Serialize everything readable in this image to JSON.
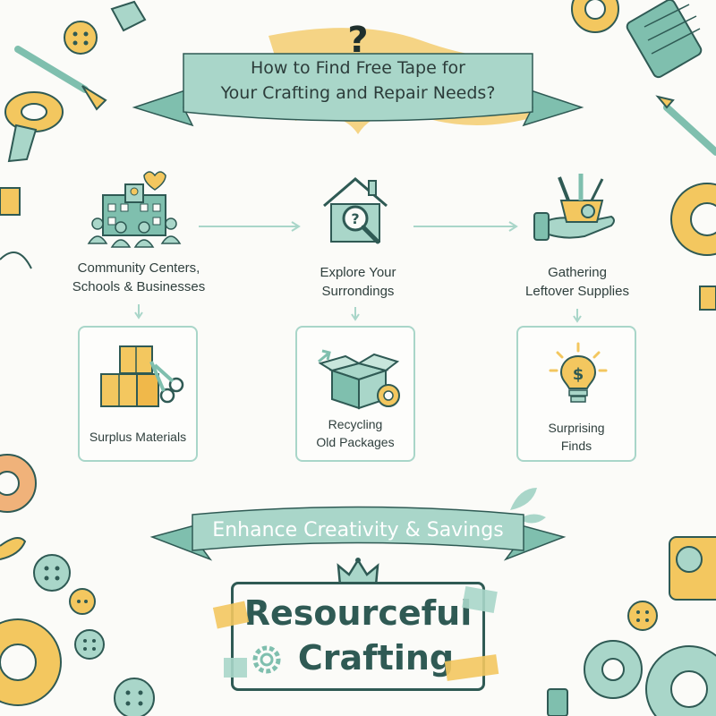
{
  "title": {
    "line1": "How to Find Free Tape for",
    "line2": "Your Crafting and Repair Needs?"
  },
  "steps": [
    {
      "label_line1": "Community Centers,",
      "label_line2": "Schools & Businesses",
      "icon": "community-buildings-icon"
    },
    {
      "label_line1": "Explore Your",
      "label_line2": "Surrondings",
      "icon": "house-search-icon"
    },
    {
      "label_line1": "Gathering",
      "label_line2": "Leftover Supplies",
      "icon": "hand-supplies-icon"
    }
  ],
  "cards": [
    {
      "label_line1": "Surplus Materials",
      "label_line2": "",
      "icon": "boxes-scissors-icon"
    },
    {
      "label_line1": "Recycling",
      "label_line2": "Old Packages",
      "icon": "open-box-tape-icon"
    },
    {
      "label_line1": "Surprising",
      "label_line2": "Finds",
      "icon": "lightbulb-dollar-icon"
    }
  ],
  "tagline": "Enhance Creativity & Savings",
  "badge": {
    "line1": "Resourceful",
    "line2": "Crafting"
  },
  "colors": {
    "mint": "#a9d6c9",
    "teal_dark": "#2f5a54",
    "yellow": "#f3c75f",
    "background": "#fbfbf8"
  }
}
